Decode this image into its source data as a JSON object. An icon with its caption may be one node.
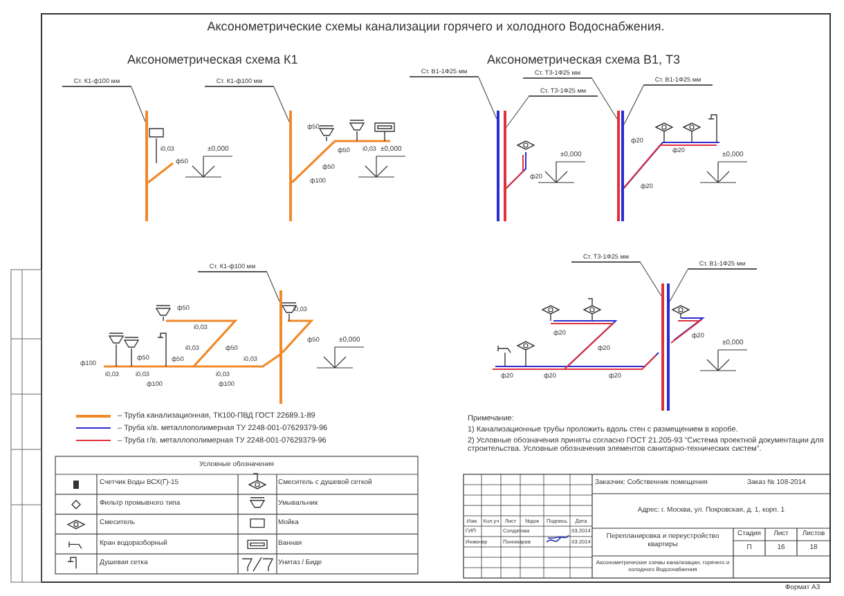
{
  "diagram": {
    "title": "Аксонометрические схемы канализации горячего и холодного Водоснабжения.",
    "nodes": [
      {
        "text": [
          "Ст. К1-ф100 мм"
        ]
      },
      {
        "text": [
          "Ст. К1-ф100 мм"
        ]
      },
      {
        "text": [
          "Ст. В1-1Ф25 мм"
        ]
      },
      {
        "text": [
          "Ст. Т3-1Ф25 мм"
        ]
      },
      {
        "text": [
          "Ст. Т3-1Ф25 мм"
        ]
      },
      {
        "text": [
          "Ст. В1-1Ф25 мм"
        ]
      },
      {
        "text": [
          "Ст. К1-ф100 мм"
        ]
      },
      {
        "text": [
          "Ст. Т3-1Ф25 мм"
        ]
      },
      {
        "text": [
          "Ст. В1-1Ф25 мм"
        ]
      },
      {
        "text": [],
        "shape": "bar"
      },
      {
        "text": [],
        "shape": "bar"
      },
      {
        "text": [],
        "shape": "bar"
      },
      {
        "text": [],
        "shape": "bar"
      },
      {
        "text": [],
        "shape": "bar"
      },
      {
        "text": [],
        "shape": "bar"
      },
      {
        "text": [],
        "shape": "bar"
      },
      {
        "text": [],
        "shape": "bar"
      },
      {
        "text": [],
        "shape": "bar"
      }
    ],
    "edges": [
      {
        "from": 0,
        "to": 9,
        "arrow": "none"
      },
      {
        "from": 1,
        "to": 10,
        "arrow": "none"
      },
      {
        "from": 2,
        "to": 11,
        "arrow": "none"
      },
      {
        "from": 3,
        "to": 12,
        "arrow": "none"
      },
      {
        "from": 4,
        "to": 13,
        "arrow": "none"
      },
      {
        "from": 5,
        "to": 14,
        "arrow": "none"
      },
      {
        "from": 6,
        "to": 15,
        "arrow": "none"
      },
      {
        "from": 7,
        "to": 16,
        "arrow": "none"
      },
      {
        "from": 8,
        "to": 17,
        "arrow": "none"
      }
    ],
    "labels": [
      "Аксонометрическая схема К1",
      "Аксонометрическая схема В1, Т3",
      "i0,03",
      "ф50",
      "±0,000",
      "ф50",
      "ф50",
      "i0,03",
      "ф50",
      "ф100",
      "±0,000",
      "ф20",
      "±0,000",
      "ф20",
      "ф20",
      "ф20",
      "±0,000",
      "ф50",
      "i0,03",
      "i0,03",
      "i0,03",
      "ф50",
      "ф50",
      "±0,000",
      "ф100",
      "ф50",
      "ф50",
      "i0,03",
      "i0,03",
      "i0,03",
      "ф100",
      "i0,03",
      "ф100",
      "ф20",
      "ф20",
      "ф20",
      "±0,000",
      "ф20",
      "ф20",
      "ф20",
      "Примечание:",
      "1) Канализационные трубы проложить вдоль стен с размещением в коробе.",
      "2) Условные обозначения приняты согласно ГОСТ 21.205-93 \"Система проектной документации для строительства. Условные обозначения элементов санитарно-технических систем\".",
      "Условные обозначения",
      "Счетчик Воды ВСХ(Г)-15",
      "Смеситель с душевой сеткой",
      "Фильтр промывного типа",
      "Умывальник",
      "Смеситель",
      "Мойка",
      "Кран водоразборный",
      "Ванная",
      "Душевая сетка",
      "Унитаз / Биде",
      "Заказчик: Собственник помещения",
      "Заказ № 108-2014",
      "Адрес: г. Москва, ул. Покровская, д. 1, корп. 1",
      "Изм.",
      "Кол.уч",
      "Лист",
      "№док",
      "Подпись",
      "Дата",
      "ГИП",
      "Солдатова",
      "03.2014",
      "Инженер",
      "Пономарев",
      "03.2014",
      "Перепланировка и переустройство квартиры",
      "Стадия",
      "Лист",
      "Листов",
      "П",
      "16",
      "18",
      "Аксонометрические схемы канализации, горячего и холодного Водоснабжения",
      "Формат А3"
    ],
    "legend": [
      {
        "text": "– Труба канализационная, ТК100-ПВД ГОСТ 22689.1-89",
        "color": "#f0892a"
      },
      {
        "text": "– Труба х/в. металлополимерная ТУ 2248-001-07629379-96",
        "color": "#2b2bd0"
      },
      {
        "text": "– Труба г/в. металлополимерная ТУ 2248-001-07629379-96",
        "color": "#e0303a"
      }
    ]
  }
}
